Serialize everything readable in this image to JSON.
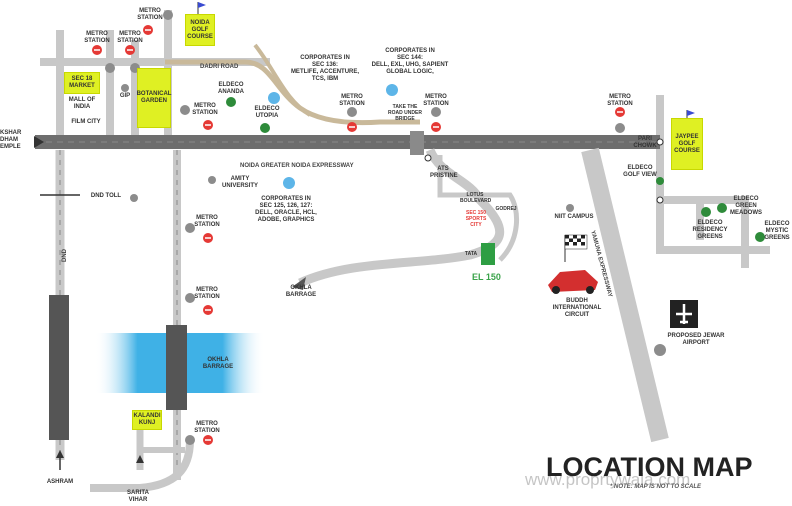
{
  "map": {
    "title": "LOCATION MAP",
    "note": "* NOTE: MAP IS NOT TO SCALE",
    "watermark": "www.proprtywala.com",
    "highlight_project": "EL 150",
    "colors": {
      "road": "#c8c8c8",
      "expressway": "#6e6e6e",
      "dadri_road": "#c9b99a",
      "yellow_box": "#dff023",
      "water": "#3fb1e6",
      "project": "#2e9e43",
      "metro_red": "#e53935",
      "green_dot": "#2e8b3a"
    }
  },
  "roads": {
    "expressway": "NOIDA GREATER NOIDA EXPRESSWAY",
    "dadri_road": "DADRI ROAD",
    "yamuna": "YAMUNA EXPRESSWAY",
    "dnd": "DND"
  },
  "yellow_boxes": {
    "noida_golf": "NOIDA\nGOLF\nCOURSE",
    "sec18": "SEC 18\nMARKET",
    "botanical": "BOTANICAL\nGARDEN",
    "jaypee_golf": "JAYPEE\nGOLF\nCOURSE",
    "kalandi": "KALANDI\nKUNJ"
  },
  "labels": {
    "metro_top": "METRO\nSTATION",
    "metro_left1": "METRO\nSTATION",
    "metro_left2": "METRO\nSTATION",
    "mall": "MALL OF\nINDIA",
    "gip": "GIP",
    "film_city": "FILM CITY",
    "akshar": "KSHAR\nDHAM\nEMPLE",
    "eldeco_ananda": "ELDECO\nANANDA",
    "metro_mid1": "METRO\nSTATION",
    "eldeco_utopia": "ELDECO\nUTOPIA",
    "corp_136": "CORPORATES IN\nSEC 136:\nMETLIFE, ACCENTURE,\nTCS, IBM",
    "metro_mid2": "METRO\nSTATION",
    "corp_144": "CORPORATES IN\nSEC 144:\nDELL, EXL, UHG, SAPIENT\nGLOBAL LOGIC,",
    "take_road": "TAKE THE\nROAD UNDER\nBRIDGE",
    "metro_mid3": "METRO\nSTATION",
    "metro_right": "METRO\nSTATION",
    "pari_chowk": "PARI\nCHOWK",
    "eldeco_golf_view": "ELDECO\nGOLF VIEW",
    "eldeco_green_meadows": "ELDECO\nGREEN\nMEADOWS",
    "eldeco_residency": "ELDECO\nRESIDENCY\nGREENS",
    "eldeco_mystic": "ELDECO\nMYSTIC\nGREENS",
    "dnd_toll": "DND TOLL",
    "amity": "AMITY\nUNIVERSITY",
    "corp_125": "CORPORATES IN\nSEC 125, 126, 127:\nDELL, ORACLE, HCL,\nADOBE, GRAPHICS",
    "ats": "ATS\nPRISTINE",
    "lotus": "LOTUS\nBOULEVARD",
    "sports_city": "SEC 150\nSPORTS\nCITY",
    "godrej": "GODREJ",
    "tata": "TATA",
    "niit": "NIIT CAMPUS",
    "okhla_barrage_road": "OKHLA\nBARRAGE",
    "metro_s1": "METRO\nSTATION",
    "metro_s2": "METRO\nSTATION",
    "metro_s3": "METRO\nSTATION",
    "okhla_barrage_water": "OKHLA\nBARRAGE",
    "buddh": "BUDDH\nINTERNATIONAL\nCIRCUIT",
    "jewar": "PROPOSED JEWAR\nAIRPORT",
    "ashram": "ASHRAM",
    "sarita": "SARITA\nVIHAR"
  }
}
